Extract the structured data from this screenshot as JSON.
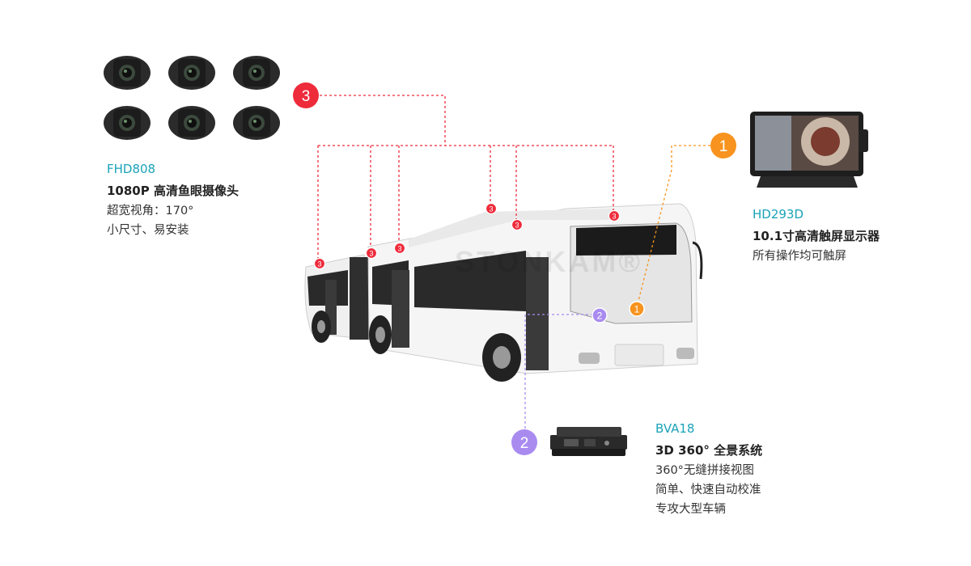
{
  "camera": {
    "model": "FHD808",
    "headline": "1080P 高清鱼眼摄像头",
    "features": [
      "超宽视角：170°",
      "小尺寸、易安装"
    ]
  },
  "monitor": {
    "model": "HD293D",
    "headline": "10.1寸高清触屏显示器",
    "features": [
      "所有操作均可触屏"
    ]
  },
  "dvr": {
    "model": "BVA18",
    "headline": "3D 360° 全景系统",
    "features": [
      "360°无缝拼接视图",
      "简单、快速自动校准",
      "专攻大型车辆"
    ]
  },
  "markers": {
    "monitor": "1",
    "dvr": "2",
    "camera": "3"
  },
  "watermark": "STONKAM®",
  "colors": {
    "monitor": "#f7931e",
    "dvr": "#a98bf0",
    "camera": "#ee2b3b",
    "model_text": "#1aa3b8"
  }
}
